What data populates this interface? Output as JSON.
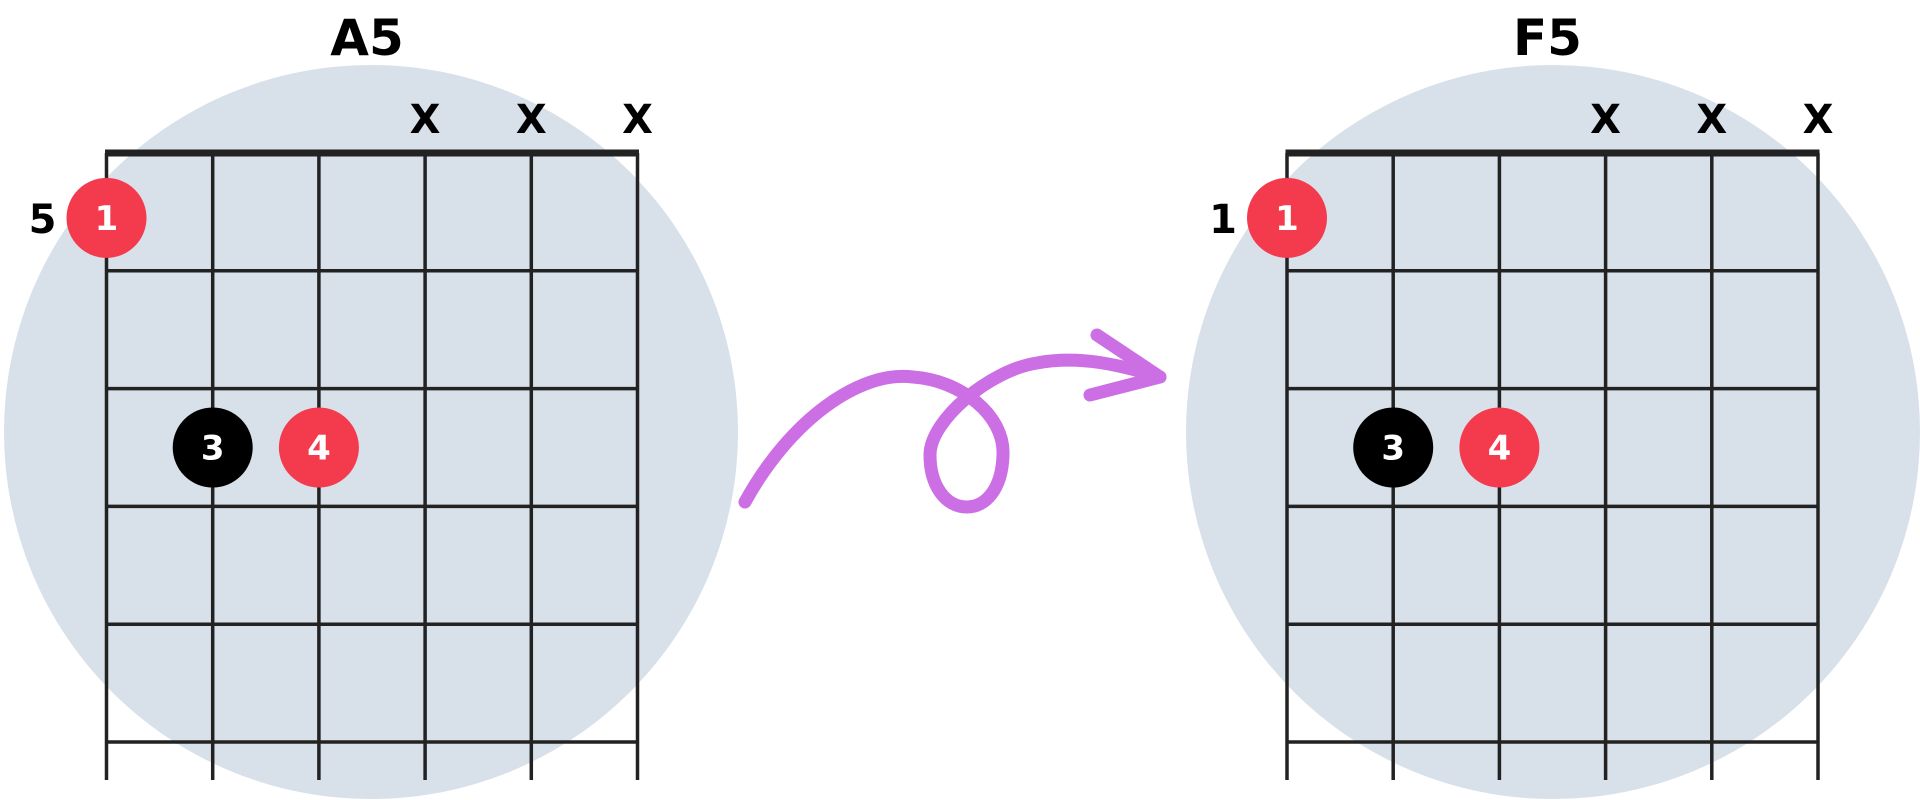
{
  "colors": {
    "background_circle": "#d8e0ea",
    "grid": "#222222",
    "finger_red": "#f43a4d",
    "finger_black": "#000000",
    "arrow": "#cc6ee4"
  },
  "charts": [
    {
      "title": "A5",
      "fret_label": "5",
      "strings": 6,
      "frets": 5,
      "muted": [
        {
          "string": 4,
          "label": "X"
        },
        {
          "string": 5,
          "label": "X"
        },
        {
          "string": 6,
          "label": "X"
        }
      ],
      "fingers": [
        {
          "string": 1,
          "fret": 1,
          "label": "1",
          "color": "#f43a4d"
        },
        {
          "string": 2,
          "fret": 3,
          "label": "3",
          "color": "#000000"
        },
        {
          "string": 3,
          "fret": 3,
          "label": "4",
          "color": "#f43a4d"
        }
      ]
    },
    {
      "title": "F5",
      "fret_label": "1",
      "strings": 6,
      "frets": 5,
      "muted": [
        {
          "string": 4,
          "label": "X"
        },
        {
          "string": 5,
          "label": "X"
        },
        {
          "string": 6,
          "label": "X"
        }
      ],
      "fingers": [
        {
          "string": 1,
          "fret": 1,
          "label": "1",
          "color": "#f43a4d"
        },
        {
          "string": 2,
          "fret": 3,
          "label": "3",
          "color": "#000000"
        },
        {
          "string": 3,
          "fret": 3,
          "label": "4",
          "color": "#f43a4d"
        }
      ]
    }
  ]
}
